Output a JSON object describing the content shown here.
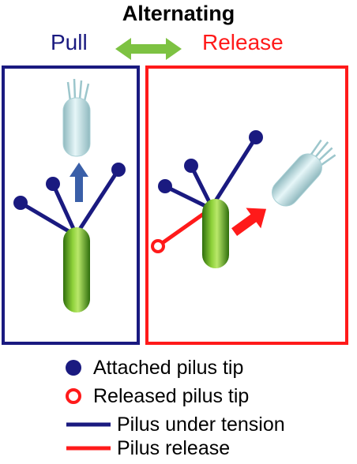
{
  "header": {
    "title": "Alternating",
    "pull_label": "Pull",
    "release_label": "Release"
  },
  "colors": {
    "pull": "#1a1a80",
    "release": "#ff1a1a",
    "exchange_arrow": "#7dc242",
    "cell_green": "#5aa61e",
    "ghost_cell": "#bfe0e4",
    "pull_arrow": "#3a5fa8"
  },
  "legend": {
    "attached_tip": "Attached pilus tip",
    "released_tip": "Released pilus tip",
    "under_tension": "Pilus under tension",
    "pilus_release": "Pilus release"
  }
}
